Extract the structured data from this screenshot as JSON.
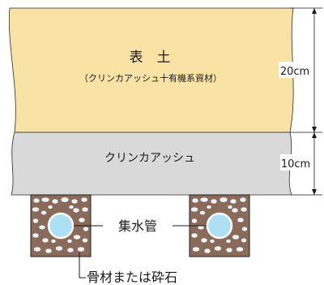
{
  "topsoil": {
    "title": "表　土",
    "subtitle": "（クリンカアッシュ十有機系資材）",
    "thickness": "20cm",
    "color": "#f8e3a5"
  },
  "clinker_layer": {
    "label": "クリンカアッシュ",
    "thickness": "10cm",
    "color": "#d9d9d9"
  },
  "drain_pipe_label": "集水管",
  "aggregate_label": "骨材または砕石",
  "colors": {
    "aggregate_fill": "#8a6b59",
    "pebble": "#f2f2f2",
    "pipe": "#aee0f3",
    "stroke": "#222222"
  }
}
